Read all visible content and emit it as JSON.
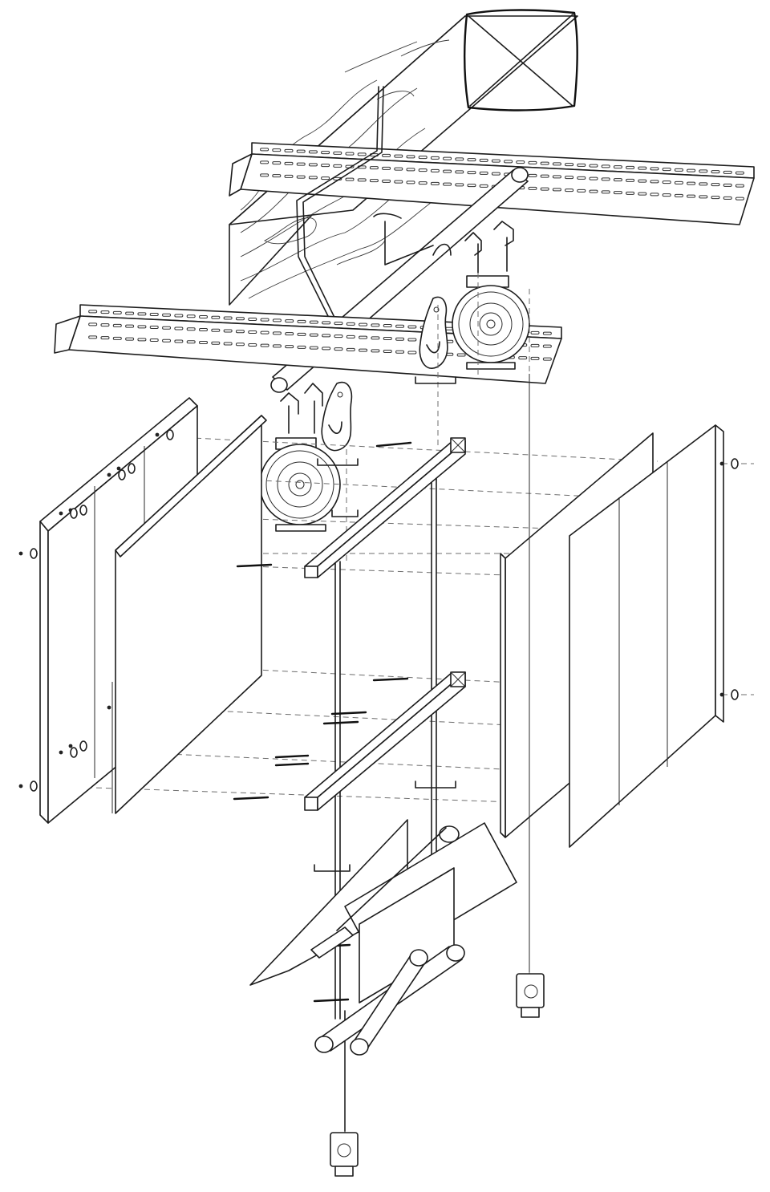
{
  "diagram": {
    "kind": "exploded-axonometric-assembly",
    "line_color": "#1c1c1c",
    "background": "#ffffff",
    "components": [
      {
        "id": "timber-beam",
        "icon": "timber-beam-icon"
      },
      {
        "id": "perforated-rail-upper",
        "icon": "perforated-channel-icon"
      },
      {
        "id": "perforated-rail-lower",
        "icon": "perforated-channel-icon"
      },
      {
        "id": "hanging-rod",
        "icon": "tube-icon"
      },
      {
        "id": "cable-reel-upper",
        "icon": "reel-icon"
      },
      {
        "id": "cable-reel-lower",
        "icon": "reel-icon"
      },
      {
        "id": "snap-hook-upper",
        "icon": "carabiner-icon"
      },
      {
        "id": "snap-hook-lower",
        "icon": "carabiner-icon"
      },
      {
        "id": "left-panel-outer",
        "icon": "panel-icon"
      },
      {
        "id": "left-panel-inner",
        "icon": "panel-icon"
      },
      {
        "id": "right-panel-outer",
        "icon": "panel-icon"
      },
      {
        "id": "right-panel-inner",
        "icon": "panel-icon"
      },
      {
        "id": "square-tube-upper",
        "icon": "square-tube-icon"
      },
      {
        "id": "square-tube-lower",
        "icon": "square-tube-icon"
      },
      {
        "id": "lamp-housing",
        "icon": "housing-icon"
      },
      {
        "id": "light-tubes",
        "icon": "tube-icon"
      },
      {
        "id": "plug-lower",
        "icon": "plug-icon"
      },
      {
        "id": "plug-right",
        "icon": "plug-icon"
      }
    ]
  }
}
